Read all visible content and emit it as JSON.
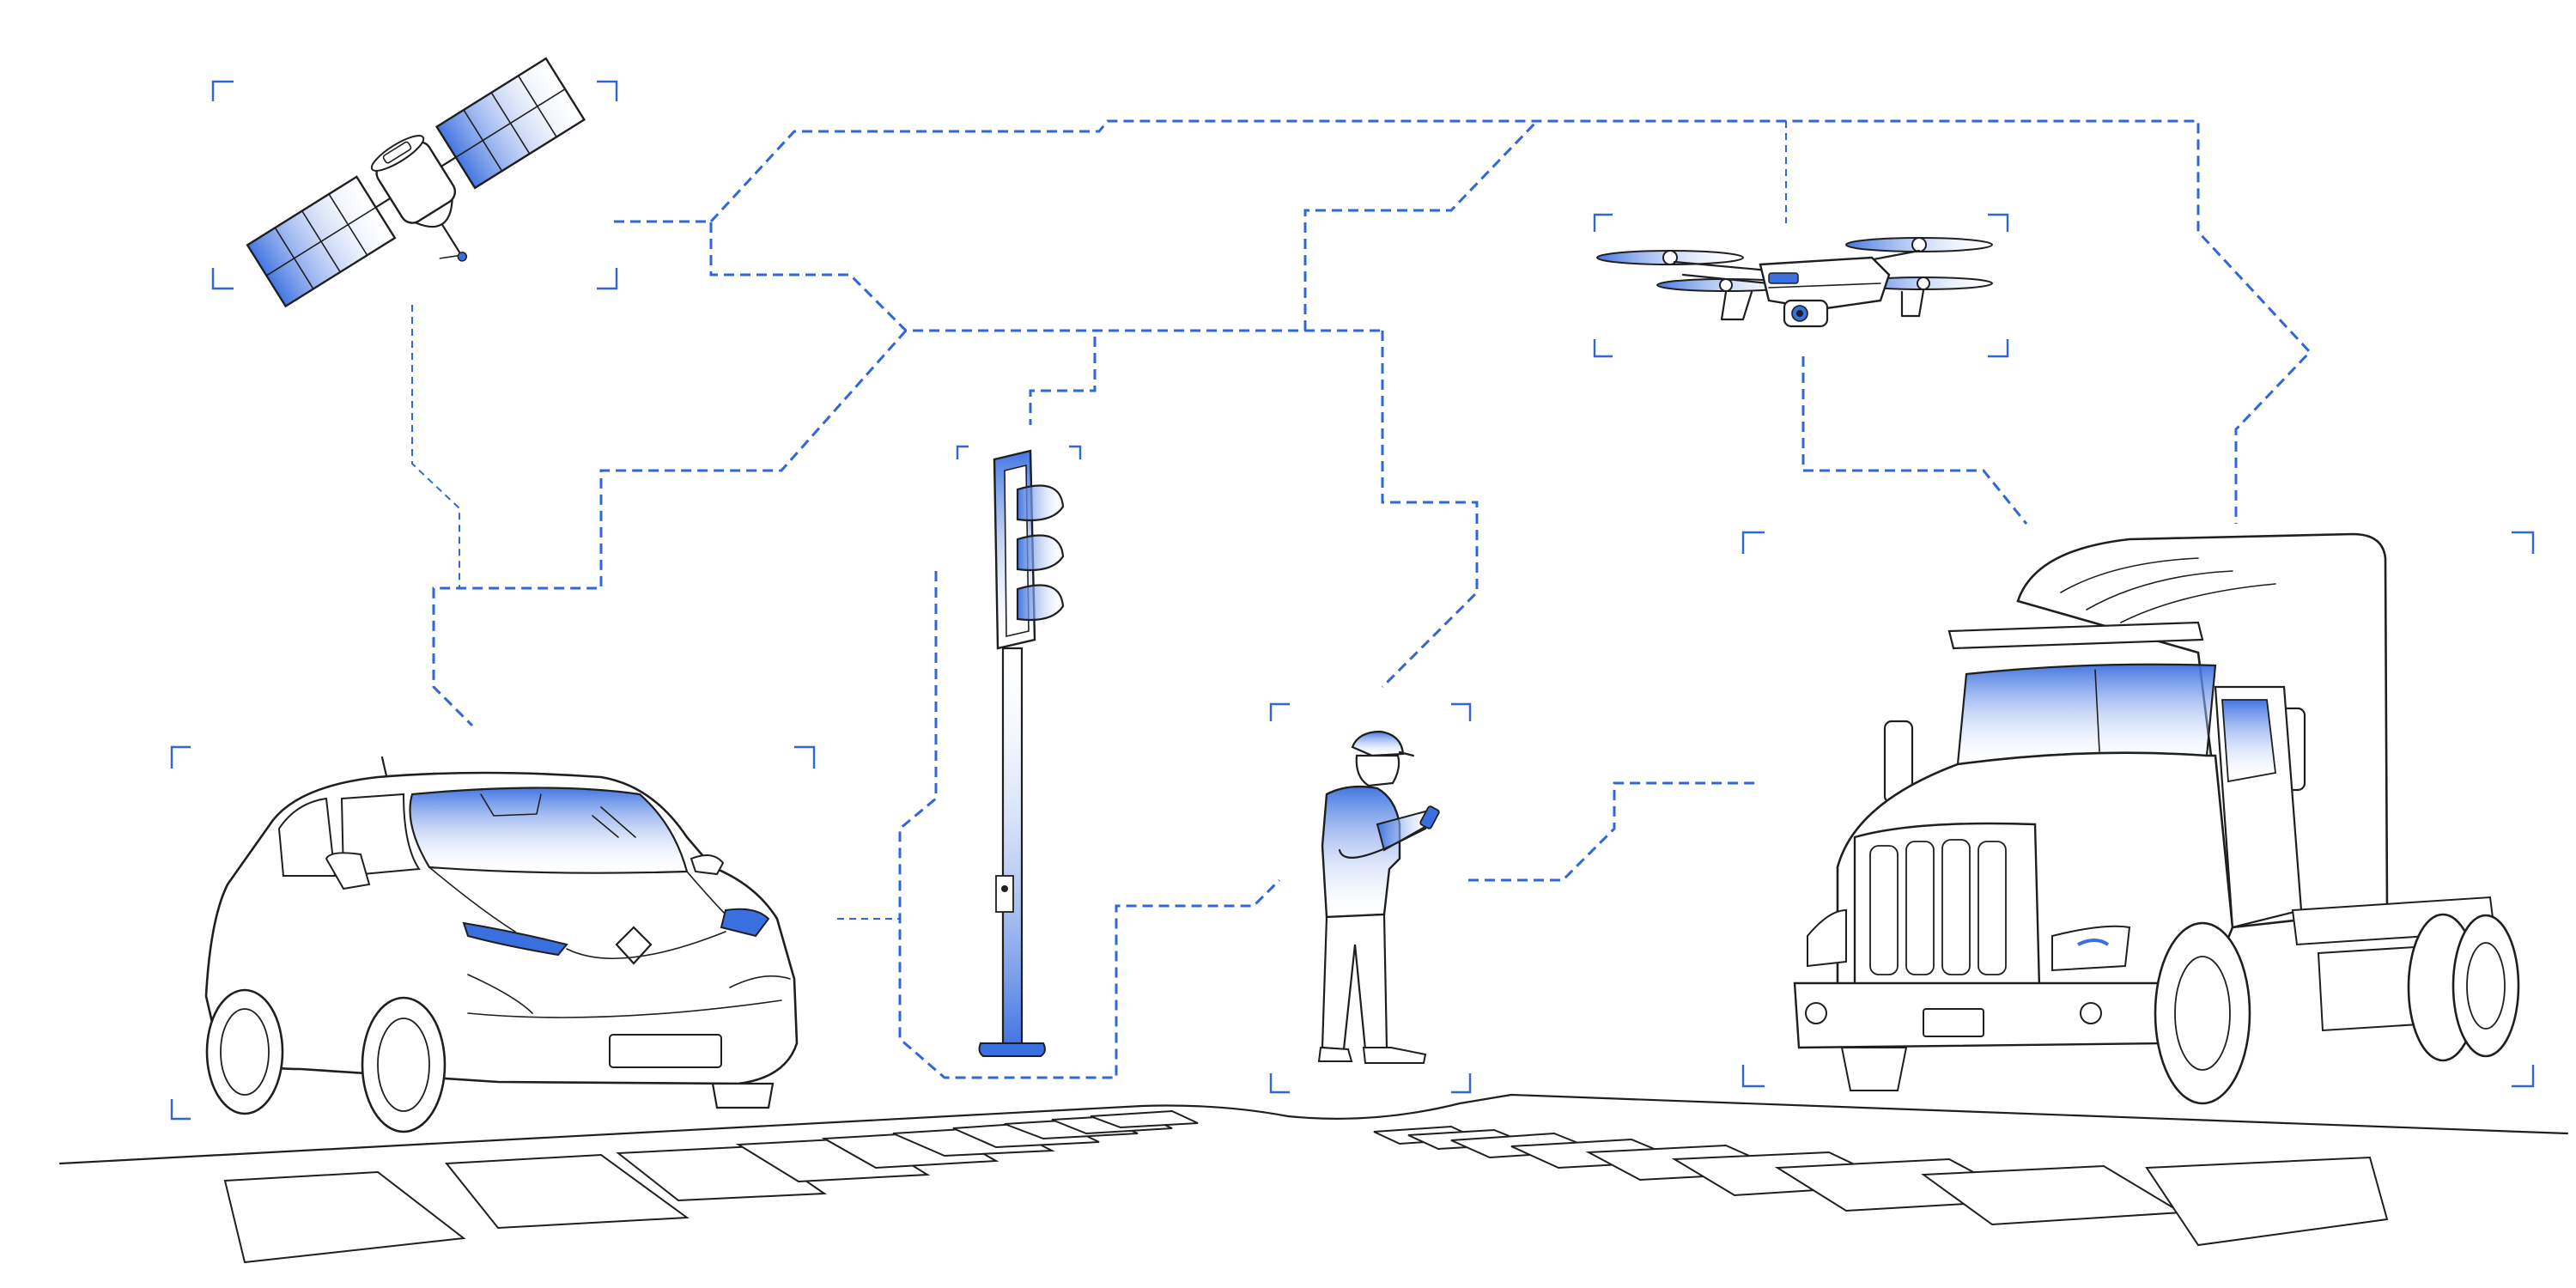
{
  "colors": {
    "network": "#2f67d8",
    "network_light": "#7aa5ec",
    "accent_blue": "#3a6fe0",
    "accent_fade": "#ffffff",
    "outline": "#1f1f1f",
    "background": "#ffffff"
  },
  "illustration": {
    "subjects": [
      {
        "id": "satellite",
        "icon": "satellite-icon"
      },
      {
        "id": "drone",
        "icon": "drone-icon"
      },
      {
        "id": "traffic-light",
        "icon": "traffic-light-icon"
      },
      {
        "id": "pedestrian",
        "icon": "person-with-phone-icon"
      },
      {
        "id": "car",
        "icon": "car-icon"
      },
      {
        "id": "truck",
        "icon": "truck-icon"
      }
    ],
    "network_style": "dashed",
    "crosswalk": true
  }
}
